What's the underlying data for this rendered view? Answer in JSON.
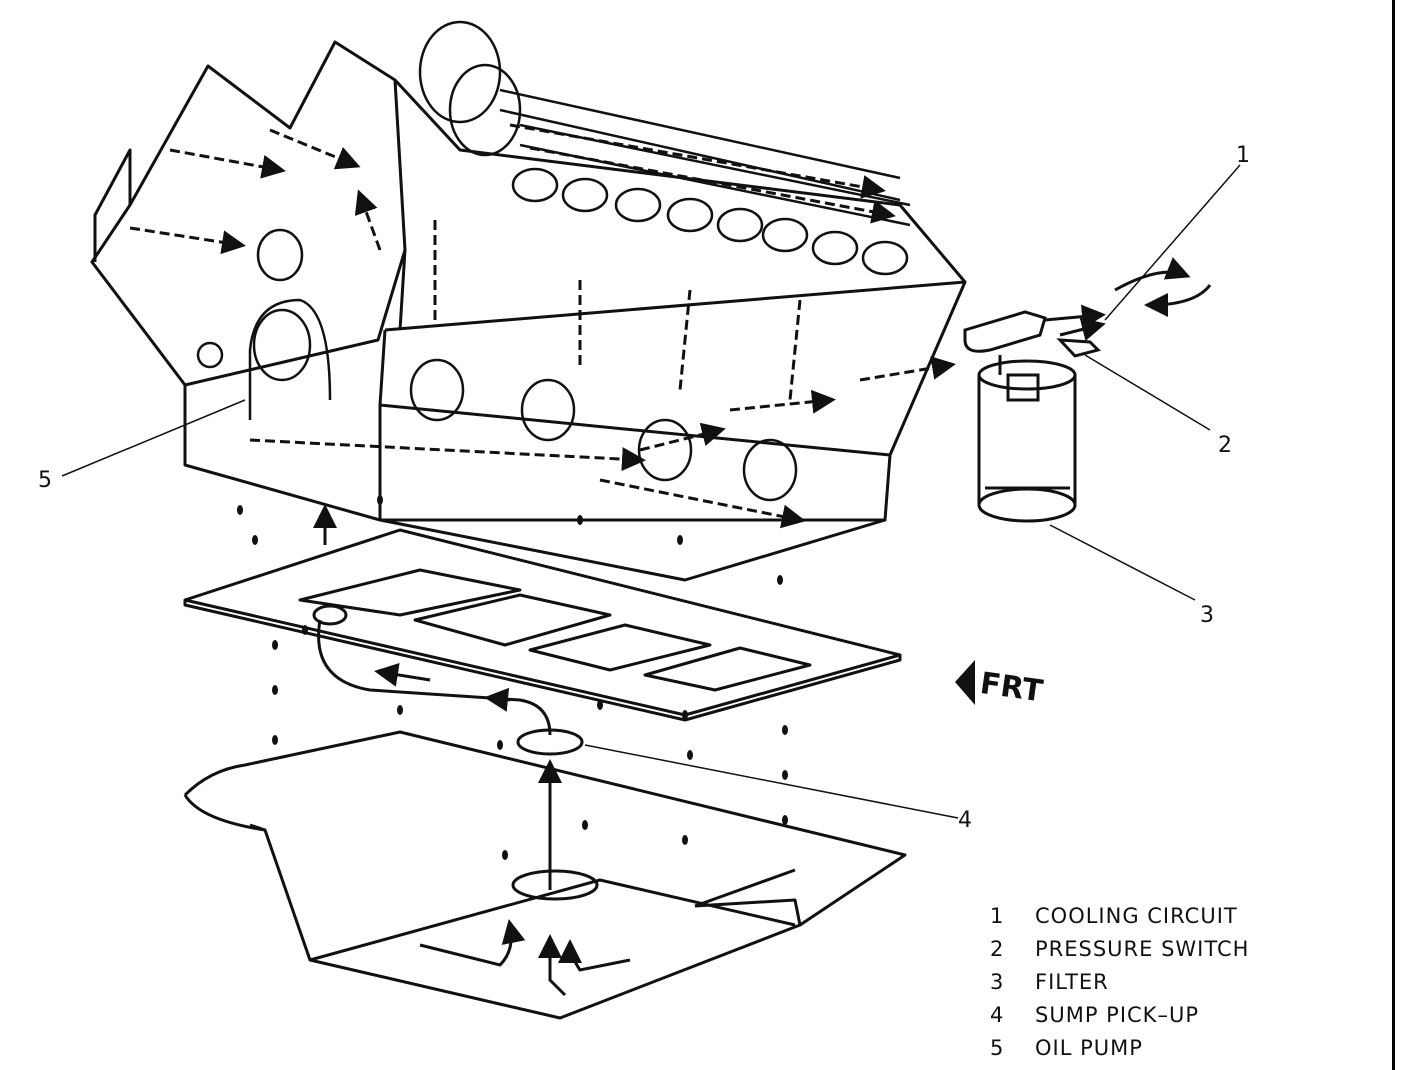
{
  "callouts": [
    {
      "number": "1"
    },
    {
      "number": "2"
    },
    {
      "number": "3"
    },
    {
      "number": "4"
    },
    {
      "number": "5"
    }
  ],
  "front_indicator": "FRT",
  "legend": [
    {
      "number": "1",
      "label": "COOLING CIRCUIT"
    },
    {
      "number": "2",
      "label": "PRESSURE SWITCH"
    },
    {
      "number": "3",
      "label": "FILTER"
    },
    {
      "number": "4",
      "label": "SUMP PICK–UP"
    },
    {
      "number": "5",
      "label": "OIL PUMP"
    }
  ]
}
